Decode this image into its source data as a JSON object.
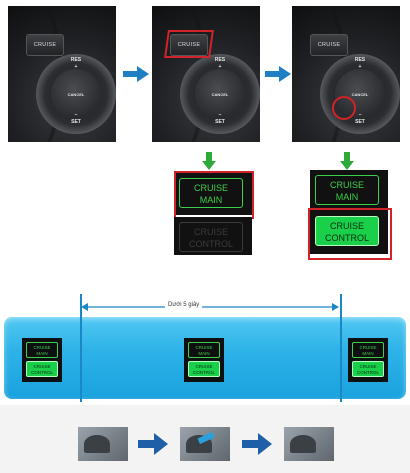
{
  "steering_panels": [
    {
      "cruise": "CRUISE",
      "res": "RES",
      "plus": "+",
      "cancel": "CANCEL",
      "minus": "–",
      "set": "SET"
    },
    {
      "cruise": "CRUISE",
      "res": "RES",
      "plus": "+",
      "cancel": "CANCEL",
      "minus": "–",
      "set": "SET"
    },
    {
      "cruise": "CRUISE",
      "res": "RES",
      "plus": "+",
      "cancel": "CANCEL",
      "minus": "–",
      "set": "SET"
    }
  ],
  "indicators": {
    "main_line1": "CRUISE",
    "main_line2": "MAIN",
    "control_line1": "CRUISE",
    "control_line2": "CONTROL"
  },
  "timeline": {
    "duration_label": "Dưới 5 giây"
  },
  "colors": {
    "highlight": "#d2232a",
    "arrow_blue": "#1f7fc4",
    "indicator_green": "#3ecf4a",
    "band_blue": "#2eb3e8"
  }
}
